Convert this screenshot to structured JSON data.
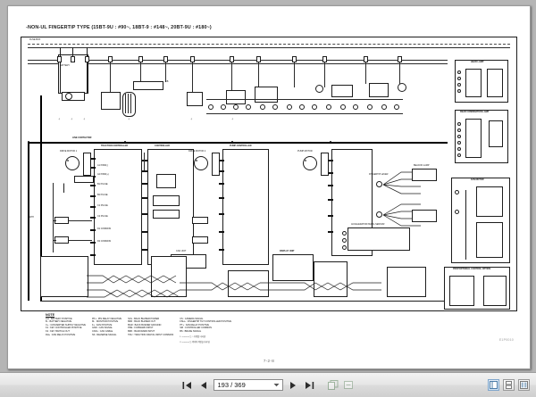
{
  "document": {
    "sheet_title": "-NON-UL FINGERTIP TYPE  (15BT-9U : #90~, 18BT-9 : #148~, 20BT-9U : #180~)",
    "folio": "7-2-8",
    "corner_mark": "E1P0010",
    "left_edge_label": "WIRE\nHARNESS",
    "labels": {
      "line_contactor": "LINE CONTACTOR",
      "fuse_box": "FUSE BOX",
      "key_switch": "KEY SWITCH",
      "battery": "BATTERY",
      "main_contactor": "MAIN CONTACTOR",
      "drive_motor_1": "DRIVE MOTOR 1",
      "drive_motor_2": "DRIVE MOTOR 2",
      "pump_motor": "PUMP MOTOR",
      "controller": "CONTROLLER",
      "traction_controller": "TRACTION CONTROLLER",
      "pump_controller": "PUMP CONTROLLER",
      "accel_pedal": "ACCELERATOR PEDAL SENSOR",
      "display": "DISPLAY UNIT",
      "can_unit": "CAN UNIT",
      "lamp_box": "LAMP BOX",
      "head_lamp": "HEAD LAMP",
      "rear_combi": "REAR COMBINATION LAMP",
      "fan_motor": "FAN MOTOR",
      "horn": "HORN",
      "seat_switch": "SEAT SWITCH",
      "brake_switch": "BRAKE SWITCH",
      "dir_switch": "DIRECTION SWITCH",
      "fingertip": "FINGERTIP LEVER",
      "beacon": "BEACON LAMP",
      "work_lamp": "WORK LAMP",
      "steer_sensor": "STEERING SENSOR",
      "option_box": "PROPORTIONAL CONTROL OPTION"
    },
    "notes": {
      "title": "NOTE",
      "columns": [
        [
          "L/H : BATTERY POSITIVE",
          "B- : BATTERY NEGATIVE",
          "C+ : CONVERTER SUPPLY NEGATIVE",
          "K1 : KEY CONTROLLER POSITIVE",
          "K2 : KEY SWITCH OUT",
          "RH+ : FAN RELAY POSITIVE"
        ],
        [
          "PP+ : PIN RELAY NEGATIVE",
          "M- : MONITOR POSITIVE",
          "F+ : FAN POSITIVE",
          "GND : CAN SIGNAL",
          "CNCL : CAN CABLE",
          "SS : REVERSE SIGNAL"
        ],
        [
          "SOL : BACK BUZZER POWER",
          "BZR : BACK BUZZER OUT",
          "BGR : BACK BUZZER GROUND",
          "PRE : FORWARD INPUT",
          "BRK : BACKWARD INPUT",
          "TDU : TRACTION DIGITAL INPUT COMMON"
        ],
        [
          "CS : CAMERA SIGNAL",
          "FSH+ : FINGERTIP TILT CONTROLLER POSITIVE",
          "PT+ : FAN RELAY POSITIVE",
          "SM : CONTROLLER COMMON",
          "BS : BRAKE SIGNAL"
        ]
      ],
      "footnotes": [
        "1. ▭▭▭▭ 는 ○ 부위를 나타냄.",
        "2. ▭▭▭▭ 는 와이어 색상을 나타냄."
      ]
    }
  },
  "toolbar": {
    "first_page_label": "First page",
    "prev_page_label": "Previous page",
    "page_value": "193 / 369",
    "page_placeholder": "Page",
    "page_current": 193,
    "page_total": 369,
    "dropdown_label": "Page list",
    "next_page_label": "Next page",
    "last_page_label": "Last page",
    "fit_page_label": "Fit page",
    "fit_width_label": "Fit width",
    "view_single_label": "Single page view",
    "view_continuous_label": "Continuous page view",
    "view_facing_label": "Facing pages view",
    "accent": "#7fa6cc"
  }
}
